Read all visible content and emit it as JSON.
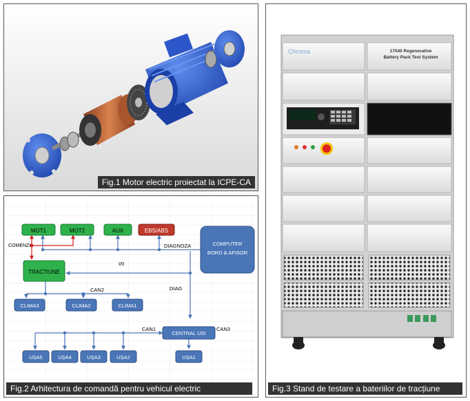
{
  "fig1": {
    "caption": "Fig.1 Motor electric proiectat la ICPE-CA"
  },
  "fig2": {
    "caption": "Fig.2 Arhitectura de comandă pentru vehicul electric",
    "boxes": {
      "mot1": "MOT1",
      "mot2": "MOT2",
      "aux": "AUX",
      "ebs": "EBS/ABS",
      "computer_line1": "COMPUTER",
      "computer_line2": "BORD & AFISOR",
      "tractiune": "TRACTIUNE",
      "clima3": "CLIMA3",
      "clima2": "CLIMA2",
      "clima1": "CLIMA1",
      "central_usi": "CENTRAL USI",
      "usa5": "UȘA5",
      "usa4": "UȘA4",
      "usa3": "UȘA3",
      "usa2": "UȘA2",
      "usa1": "UȘA1"
    },
    "labels": {
      "comenzi": "COMENZI",
      "diagnoza": "DIAGNOZA",
      "io": "I/0",
      "can2": "CAN2",
      "diag": "DIAG",
      "can1": "CAN1",
      "can3": "CAN3"
    }
  },
  "fig3": {
    "caption": "Fig.3 Stand de testare a bateriilor de tracțiune",
    "brand": "Chroma",
    "model_line1": "17040 Regenerative",
    "model_line2": "Battery Pack Test System"
  },
  "colors": {
    "green_box": "#2fb24c",
    "red_box": "#c0392b",
    "blue_box": "#4a76b8",
    "motor_blue": "#1f4fc4",
    "rotor_copper": "#c6683a",
    "caption_bg": "#333333"
  }
}
